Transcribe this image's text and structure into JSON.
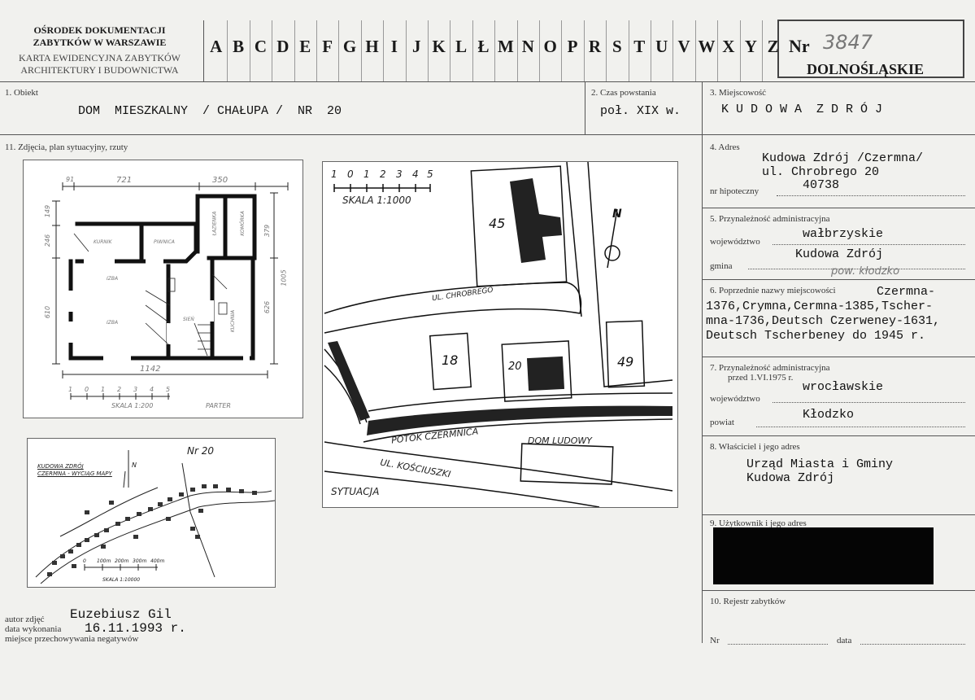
{
  "header": {
    "org_line1": "OŚRODEK DOKUMENTACJI",
    "org_line2": "ZABYTKÓW W WARSZAWIE",
    "card_type_line1": "KARTA EWIDENCYJNA ZABYTKÓW",
    "card_type_line2": "ARCHITEKTURY I BUDOWNICTWA",
    "alphabet": [
      "A",
      "B",
      "C",
      "D",
      "E",
      "F",
      "G",
      "H",
      "I",
      "J",
      "K",
      "L",
      "Ł",
      "M",
      "N",
      "O",
      "P",
      "R",
      "S",
      "T",
      "U",
      "V",
      "W",
      "X",
      "Y",
      "Z"
    ],
    "nr_label": "Nr",
    "nr_value": "3847",
    "region": "DOLNOŚLĄSKIE"
  },
  "fields": {
    "object_label": "1. Obiekt",
    "object_value": "DOM  MIESZKALNY  / CHAŁUPA /  NR  20",
    "period_label": "2. Czas powstania",
    "period_value": "poł. XIX w.",
    "locality_label": "3. Miejscowość",
    "locality_value": "K U D O W A  Z D R Ó J",
    "photos_label": "11. Zdjęcia, plan sytuacyjny, rzuty",
    "address_label": "4. Adres",
    "address_line1": "Kudowa Zdrój /Czermna/",
    "address_line2": "ul. Chrobrego 20",
    "mortgage_label": "nr hipoteczny",
    "mortgage_value": "40738",
    "admin_label": "5. Przynależność administracyjna",
    "voivodeship_label": "województwo",
    "voivodeship_value": "wałbrzyskie",
    "commune_label": "gmina",
    "commune_value": "Kudowa Zdrój",
    "commune_note": "pow. kłodzko",
    "former_names_label": "6. Poprzednie nazwy miejscowości",
    "former_names_line1": "Czermna-",
    "former_names_line2": "1376,Crymna,Cermna-1385,Tscher-",
    "former_names_line3": "mna-1736,Deutsch Czerweney-1631,",
    "former_names_line4": "Deutsch Tscherbeney do 1945 r.",
    "admin_before_label": "7. Przynależność administracyjna",
    "admin_before_sub": "przed 1.VI.1975 r.",
    "voivodeship_before_label": "województwo",
    "voivodeship_before_value": "wrocławskie",
    "county_label": "powiat",
    "county_value": "Kłodzko",
    "owner_label": "8. Właściciel i jego adres",
    "owner_line1": "Urząd Miasta i Gminy",
    "owner_line2": "Kudowa Zdrój",
    "user_label": "9. Użytkownik i jego adres",
    "register_label": "10. Rejestr zabytków",
    "register_nr_label": "Nr",
    "register_date_label": "data",
    "photo_author_label": "autor zdjęć",
    "photo_author_value": "Euzebiusz Gil",
    "date_label": "data wykonania",
    "date_value": "16.11.1993 r.",
    "negatives_label": "miejsce przechowywania negatywów"
  },
  "floor_plan": {
    "dim_top1": "91",
    "dim_top2": "721",
    "dim_top3": "350",
    "dim_bottom": "1142",
    "dim_left1": "246",
    "dim_left2": "149",
    "dim_left3": "610",
    "dim_right1": "379",
    "dim_right2": "1005",
    "dim_right3": "626",
    "rooms": [
      "KURNIK",
      "PIWNICA",
      "ŁAZIENKA",
      "KOMÓRKA",
      "IZBA",
      "IZBA",
      "SIEŃ",
      "KUCHNIA"
    ],
    "scale_ticks": [
      "1",
      "0",
      "1",
      "2",
      "3",
      "4",
      "5"
    ],
    "scale_label": "SKALA 1:200",
    "floor_label": "PARTER"
  },
  "site_plan": {
    "scale_ticks": [
      "1",
      "0",
      "1",
      "2",
      "3",
      "4",
      "5"
    ],
    "scale_label": "SKALA 1:1000",
    "north": "N",
    "buildings": [
      "45",
      "18",
      "20",
      "49"
    ],
    "street1": "UL. CHROBREGO",
    "stream": "POTOK CZERMNICA",
    "community_house": "DOM LUDOWY",
    "street2": "UL. KOŚCIUSZKI",
    "title": "SYTUACJA"
  },
  "locator_map": {
    "title_line1": "KUDOWA ZDRÓJ",
    "title_line2": "CZERMNA - WYCIĄG MAPY",
    "north": "N",
    "target": "Nr 20",
    "scale_ticks": [
      "0",
      "100m",
      "200m",
      "300m",
      "400m"
    ],
    "scale_label": "SKALA 1:10000"
  }
}
